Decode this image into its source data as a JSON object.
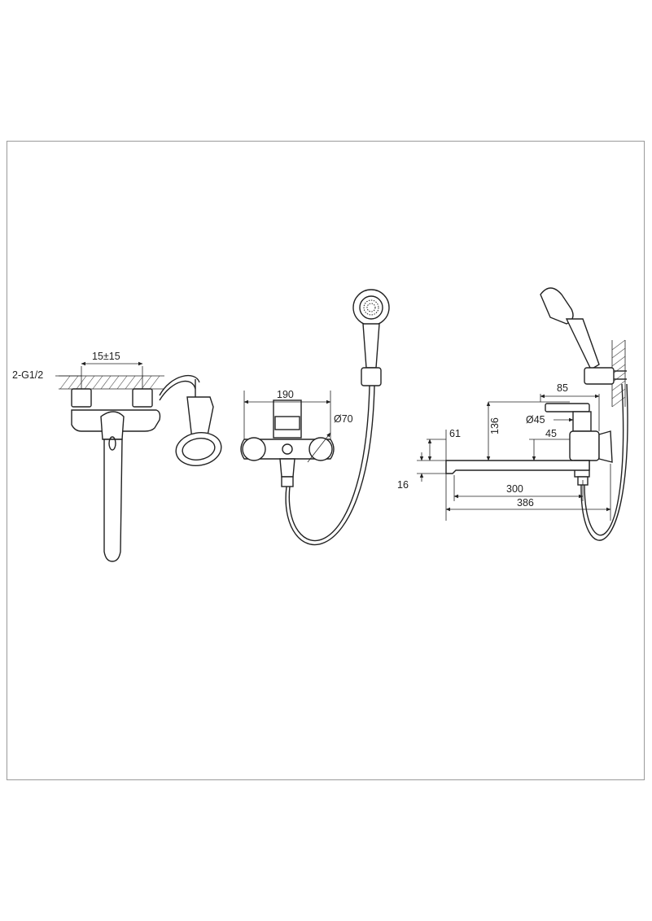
{
  "drawing": {
    "left_view": {
      "thread_label": "2-G1/2",
      "offset_label": "15±15"
    },
    "front_view": {
      "width_label": "190",
      "diameter_label": "Ø70"
    },
    "side_view": {
      "label_85": "85",
      "label_136": "136",
      "label_61": "61",
      "label_d45": "Ø45",
      "label_45": "45",
      "label_16": "16",
      "label_300": "300",
      "label_386": "386"
    }
  }
}
